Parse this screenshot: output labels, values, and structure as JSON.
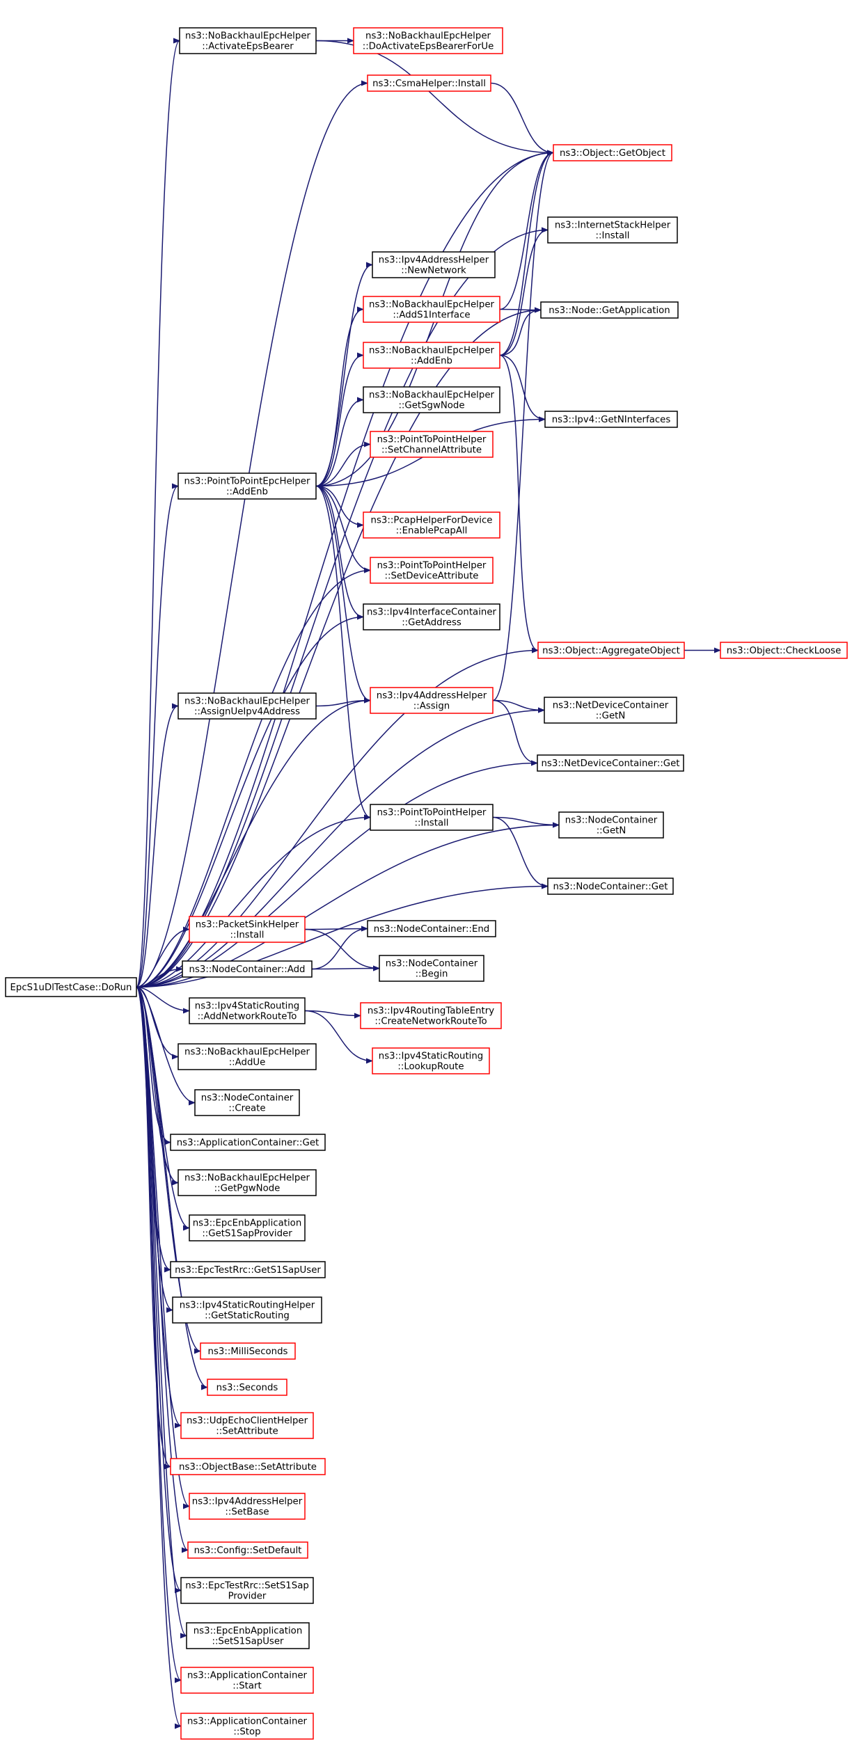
{
  "colors": {
    "edge": "#191970",
    "node_black": "#000000",
    "node_red": "#ff0000",
    "root_fill": "#bfbfbf"
  },
  "nodes": [
    {
      "id": "root",
      "lines": [
        "EpcS1uDlTestCase::DoRun"
      ],
      "style": "root"
    },
    {
      "id": "n1",
      "lines": [
        "ns3::NoBackhaulEpcHelper",
        "::ActivateEpsBearer"
      ],
      "style": "black"
    },
    {
      "id": "n2",
      "lines": [
        "ns3::NoBackhaulEpcHelper",
        "::DoActivateEpsBearerForUe"
      ],
      "style": "red"
    },
    {
      "id": "n3",
      "lines": [
        "ns3::CsmaHelper::Install"
      ],
      "style": "red"
    },
    {
      "id": "n4",
      "lines": [
        "ns3::Object::GetObject"
      ],
      "style": "red"
    },
    {
      "id": "n5",
      "lines": [
        "ns3::InternetStackHelper",
        "::Install"
      ],
      "style": "black"
    },
    {
      "id": "n6",
      "lines": [
        "ns3::Ipv4AddressHelper",
        "::NewNetwork"
      ],
      "style": "black"
    },
    {
      "id": "n7",
      "lines": [
        "ns3::NoBackhaulEpcHelper",
        "::AddS1Interface"
      ],
      "style": "red"
    },
    {
      "id": "n8",
      "lines": [
        "ns3::Node::GetApplication"
      ],
      "style": "black"
    },
    {
      "id": "n9",
      "lines": [
        "ns3::NoBackhaulEpcHelper",
        "::AddEnb"
      ],
      "style": "red"
    },
    {
      "id": "n10",
      "lines": [
        "ns3::NoBackhaulEpcHelper",
        "::GetSgwNode"
      ],
      "style": "black"
    },
    {
      "id": "n11",
      "lines": [
        "ns3::Ipv4::GetNInterfaces"
      ],
      "style": "black"
    },
    {
      "id": "n12",
      "lines": [
        "ns3::PointToPointHelper",
        "::SetChannelAttribute"
      ],
      "style": "red"
    },
    {
      "id": "n13",
      "lines": [
        "ns3::PointToPointEpcHelper",
        "::AddEnb"
      ],
      "style": "black"
    },
    {
      "id": "n14",
      "lines": [
        "ns3::PcapHelperForDevice",
        "::EnablePcapAll"
      ],
      "style": "red"
    },
    {
      "id": "n15",
      "lines": [
        "ns3::PointToPointHelper",
        "::SetDeviceAttribute"
      ],
      "style": "red"
    },
    {
      "id": "n16",
      "lines": [
        "ns3::Ipv4InterfaceContainer",
        "::GetAddress"
      ],
      "style": "black"
    },
    {
      "id": "n17",
      "lines": [
        "ns3::Object::AggregateObject"
      ],
      "style": "red"
    },
    {
      "id": "n18",
      "lines": [
        "ns3::Object::CheckLoose"
      ],
      "style": "red"
    },
    {
      "id": "n19",
      "lines": [
        "ns3::NoBackhaulEpcHelper",
        "::AssignUeIpv4Address"
      ],
      "style": "black"
    },
    {
      "id": "n20",
      "lines": [
        "ns3::Ipv4AddressHelper",
        "::Assign"
      ],
      "style": "red"
    },
    {
      "id": "n21",
      "lines": [
        "ns3::NetDeviceContainer",
        "::GetN"
      ],
      "style": "black"
    },
    {
      "id": "n22",
      "lines": [
        "ns3::NetDeviceContainer::Get"
      ],
      "style": "black"
    },
    {
      "id": "n23",
      "lines": [
        "ns3::PointToPointHelper",
        "::Install"
      ],
      "style": "black"
    },
    {
      "id": "n24",
      "lines": [
        "ns3::NodeContainer",
        "::GetN"
      ],
      "style": "black"
    },
    {
      "id": "n25",
      "lines": [
        "ns3::NodeContainer::Get"
      ],
      "style": "black"
    },
    {
      "id": "n26",
      "lines": [
        "ns3::PacketSinkHelper",
        "::Install"
      ],
      "style": "red"
    },
    {
      "id": "n27",
      "lines": [
        "ns3::NodeContainer::End"
      ],
      "style": "black"
    },
    {
      "id": "n28",
      "lines": [
        "ns3::NodeContainer::Add"
      ],
      "style": "black"
    },
    {
      "id": "n29",
      "lines": [
        "ns3::NodeContainer",
        "::Begin"
      ],
      "style": "black"
    },
    {
      "id": "n30",
      "lines": [
        "ns3::Ipv4StaticRouting",
        "::AddNetworkRouteTo"
      ],
      "style": "black"
    },
    {
      "id": "n31",
      "lines": [
        "ns3::Ipv4RoutingTableEntry",
        "::CreateNetworkRouteTo"
      ],
      "style": "red"
    },
    {
      "id": "n32",
      "lines": [
        "ns3::Ipv4StaticRouting",
        "::LookupRoute"
      ],
      "style": "red"
    },
    {
      "id": "n33",
      "lines": [
        "ns3::NoBackhaulEpcHelper",
        "::AddUe"
      ],
      "style": "black"
    },
    {
      "id": "n34",
      "lines": [
        "ns3::NodeContainer",
        "::Create"
      ],
      "style": "black"
    },
    {
      "id": "n35",
      "lines": [
        "ns3::ApplicationContainer::Get"
      ],
      "style": "black"
    },
    {
      "id": "n36",
      "lines": [
        "ns3::NoBackhaulEpcHelper",
        "::GetPgwNode"
      ],
      "style": "black"
    },
    {
      "id": "n37",
      "lines": [
        "ns3::EpcEnbApplication",
        "::GetS1SapProvider"
      ],
      "style": "black"
    },
    {
      "id": "n38",
      "lines": [
        "ns3::EpcTestRrc::GetS1SapUser"
      ],
      "style": "black"
    },
    {
      "id": "n39",
      "lines": [
        "ns3::Ipv4StaticRoutingHelper",
        "::GetStaticRouting"
      ],
      "style": "black"
    },
    {
      "id": "n40",
      "lines": [
        "ns3::MilliSeconds"
      ],
      "style": "red"
    },
    {
      "id": "n41",
      "lines": [
        "ns3::Seconds"
      ],
      "style": "red"
    },
    {
      "id": "n42",
      "lines": [
        "ns3::UdpEchoClientHelper",
        "::SetAttribute"
      ],
      "style": "red"
    },
    {
      "id": "n43",
      "lines": [
        "ns3::ObjectBase::SetAttribute"
      ],
      "style": "red"
    },
    {
      "id": "n44",
      "lines": [
        "ns3::Ipv4AddressHelper",
        "::SetBase"
      ],
      "style": "red"
    },
    {
      "id": "n45",
      "lines": [
        "ns3::Config::SetDefault"
      ],
      "style": "red"
    },
    {
      "id": "n46",
      "lines": [
        "ns3::EpcTestRrc::SetS1Sap",
        "Provider"
      ],
      "style": "black"
    },
    {
      "id": "n47",
      "lines": [
        "ns3::EpcEnbApplication",
        "::SetS1SapUser"
      ],
      "style": "black"
    },
    {
      "id": "n48",
      "lines": [
        "ns3::ApplicationContainer",
        "::Start"
      ],
      "style": "red"
    },
    {
      "id": "n49",
      "lines": [
        "ns3::ApplicationContainer",
        "::Stop"
      ],
      "style": "red"
    }
  ],
  "edges": [
    [
      "root",
      "n1"
    ],
    [
      "root",
      "n3"
    ],
    [
      "root",
      "n4"
    ],
    [
      "root",
      "n5"
    ],
    [
      "root",
      "n8"
    ],
    [
      "root",
      "n13"
    ],
    [
      "root",
      "n15"
    ],
    [
      "root",
      "n16"
    ],
    [
      "root",
      "n17"
    ],
    [
      "root",
      "n19"
    ],
    [
      "root",
      "n20"
    ],
    [
      "root",
      "n21"
    ],
    [
      "root",
      "n22"
    ],
    [
      "root",
      "n23"
    ],
    [
      "root",
      "n24"
    ],
    [
      "root",
      "n25"
    ],
    [
      "root",
      "n26"
    ],
    [
      "root",
      "n28"
    ],
    [
      "root",
      "n30"
    ],
    [
      "root",
      "n33"
    ],
    [
      "root",
      "n34"
    ],
    [
      "root",
      "n35"
    ],
    [
      "root",
      "n36"
    ],
    [
      "root",
      "n37"
    ],
    [
      "root",
      "n38"
    ],
    [
      "root",
      "n39"
    ],
    [
      "root",
      "n40"
    ],
    [
      "root",
      "n41"
    ],
    [
      "root",
      "n42"
    ],
    [
      "root",
      "n43"
    ],
    [
      "root",
      "n44"
    ],
    [
      "root",
      "n45"
    ],
    [
      "root",
      "n46"
    ],
    [
      "root",
      "n47"
    ],
    [
      "root",
      "n48"
    ],
    [
      "root",
      "n49"
    ],
    [
      "n1",
      "n2"
    ],
    [
      "n1",
      "n4"
    ],
    [
      "n3",
      "n4"
    ],
    [
      "n13",
      "n4"
    ],
    [
      "n13",
      "n6"
    ],
    [
      "n13",
      "n7"
    ],
    [
      "n13",
      "n9"
    ],
    [
      "n13",
      "n10"
    ],
    [
      "n13",
      "n11"
    ],
    [
      "n13",
      "n12"
    ],
    [
      "n13",
      "n14"
    ],
    [
      "n13",
      "n15"
    ],
    [
      "n13",
      "n16"
    ],
    [
      "n13",
      "n20"
    ],
    [
      "n13",
      "n23"
    ],
    [
      "n7",
      "n4"
    ],
    [
      "n7",
      "n8"
    ],
    [
      "n9",
      "n4"
    ],
    [
      "n9",
      "n5"
    ],
    [
      "n9",
      "n8"
    ],
    [
      "n9",
      "n11"
    ],
    [
      "n9",
      "n17"
    ],
    [
      "n17",
      "n18"
    ],
    [
      "n19",
      "n20"
    ],
    [
      "n20",
      "n4"
    ],
    [
      "n20",
      "n21"
    ],
    [
      "n20",
      "n22"
    ],
    [
      "n23",
      "n24"
    ],
    [
      "n23",
      "n25"
    ],
    [
      "n26",
      "n27"
    ],
    [
      "n26",
      "n29"
    ],
    [
      "n28",
      "n27"
    ],
    [
      "n28",
      "n29"
    ],
    [
      "n30",
      "n31"
    ],
    [
      "n30",
      "n32"
    ]
  ]
}
